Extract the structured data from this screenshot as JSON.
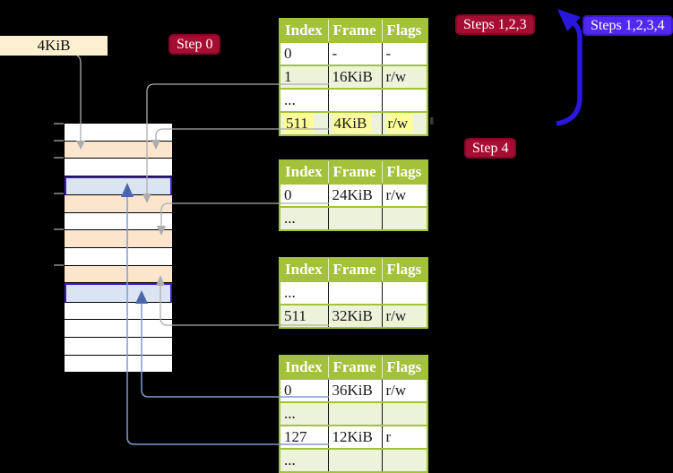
{
  "memory_box_label": "4KiB",
  "step_labels": {
    "step0": "Step 0",
    "steps123": "Steps 1,2,3",
    "steps1234": "Steps 1,2,3,4",
    "step4": "Step 4"
  },
  "memory": {
    "rows": [
      "white",
      "wheat",
      "white",
      "blue",
      "wheat",
      "white",
      "wheat",
      "white",
      "wheat",
      "blue",
      "white",
      "white",
      "white",
      "white"
    ]
  },
  "tables": [
    {
      "headers": [
        "Index",
        "Frame",
        "Flags"
      ],
      "rows": [
        {
          "cells": [
            "0",
            "-",
            "-"
          ]
        },
        {
          "cells": [
            "1",
            "16KiB",
            "r/w"
          ]
        },
        {
          "cells": [
            "...",
            "",
            ""
          ]
        },
        {
          "cells": [
            "511",
            "4KiB",
            "r/w"
          ],
          "highlight": true
        }
      ]
    },
    {
      "headers": [
        "Index",
        "Frame",
        "Flags"
      ],
      "rows": [
        {
          "cells": [
            "0",
            "24KiB",
            "r/w"
          ]
        },
        {
          "cells": [
            "...",
            "",
            ""
          ]
        }
      ]
    },
    {
      "headers": [
        "Index",
        "Frame",
        "Flags"
      ],
      "rows": [
        {
          "cells": [
            "...",
            "",
            ""
          ]
        },
        {
          "cells": [
            "511",
            "32KiB",
            "r/w"
          ]
        }
      ]
    },
    {
      "headers": [
        "Index",
        "Frame",
        "Flags"
      ],
      "rows": [
        {
          "cells": [
            "0",
            "36KiB",
            "r/w"
          ]
        },
        {
          "cells": [
            "...",
            "",
            ""
          ]
        },
        {
          "cells": [
            "127",
            "12KiB",
            "r"
          ]
        },
        {
          "cells": [
            "...",
            "",
            ""
          ]
        }
      ]
    }
  ],
  "colors": {
    "header_green": "#a3c13a",
    "row_green": "#edf2db",
    "wheat": "#fce5cd",
    "light_blue": "#dbe4f2",
    "cream": "#fdf0d0",
    "step_red": "#a60d33",
    "steps_blue": "#5028f0",
    "loop_arrow_blue": "#2a17dd",
    "gray_connector": "#adadad",
    "blue_connector": "#7f9ccd",
    "blue_arrowhead": "#4a68a8",
    "highlight_yellow": "#fdfd9b"
  }
}
